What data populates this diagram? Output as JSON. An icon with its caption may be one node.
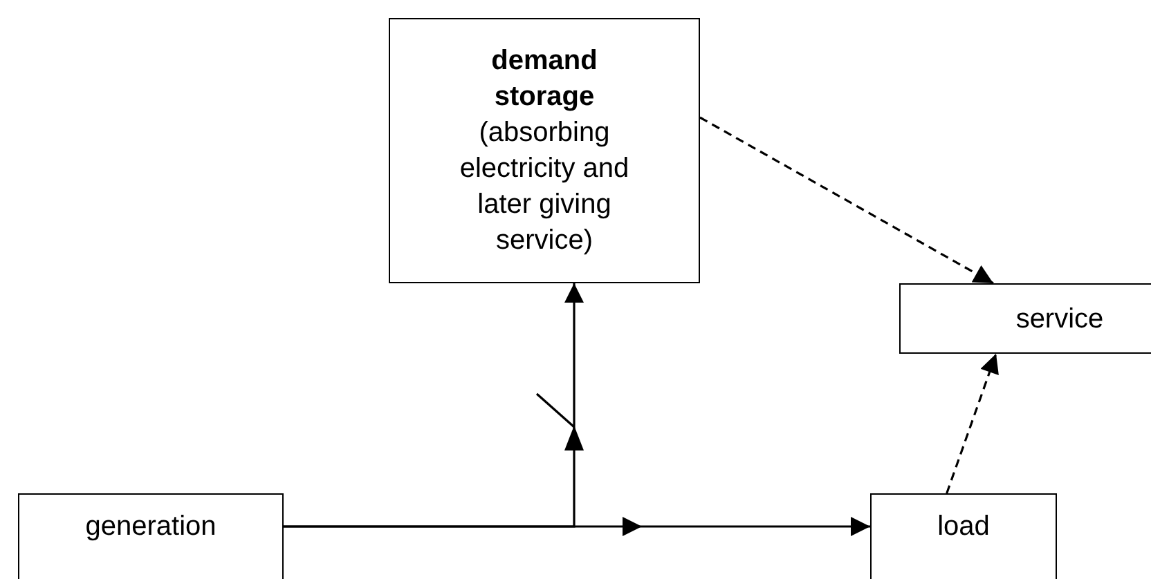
{
  "diagram": {
    "nodes": [
      {
        "text": [
          "demand storage",
          "(absorbing electricity and later giving service)"
        ]
      },
      {
        "text": [
          "service"
        ]
      },
      {
        "text": [
          "generation"
        ]
      },
      {
        "text": [
          "load"
        ]
      }
    ],
    "edges": [
      {
        "from": 2,
        "to": 3,
        "arrow": "to"
      },
      {
        "from": 2,
        "to": 0,
        "arrow": "to"
      },
      {
        "from": 0,
        "to": 1,
        "arrow": "to",
        "style": "dashed"
      },
      {
        "from": 3,
        "to": 1,
        "arrow": "to",
        "style": "dashed"
      }
    ]
  }
}
